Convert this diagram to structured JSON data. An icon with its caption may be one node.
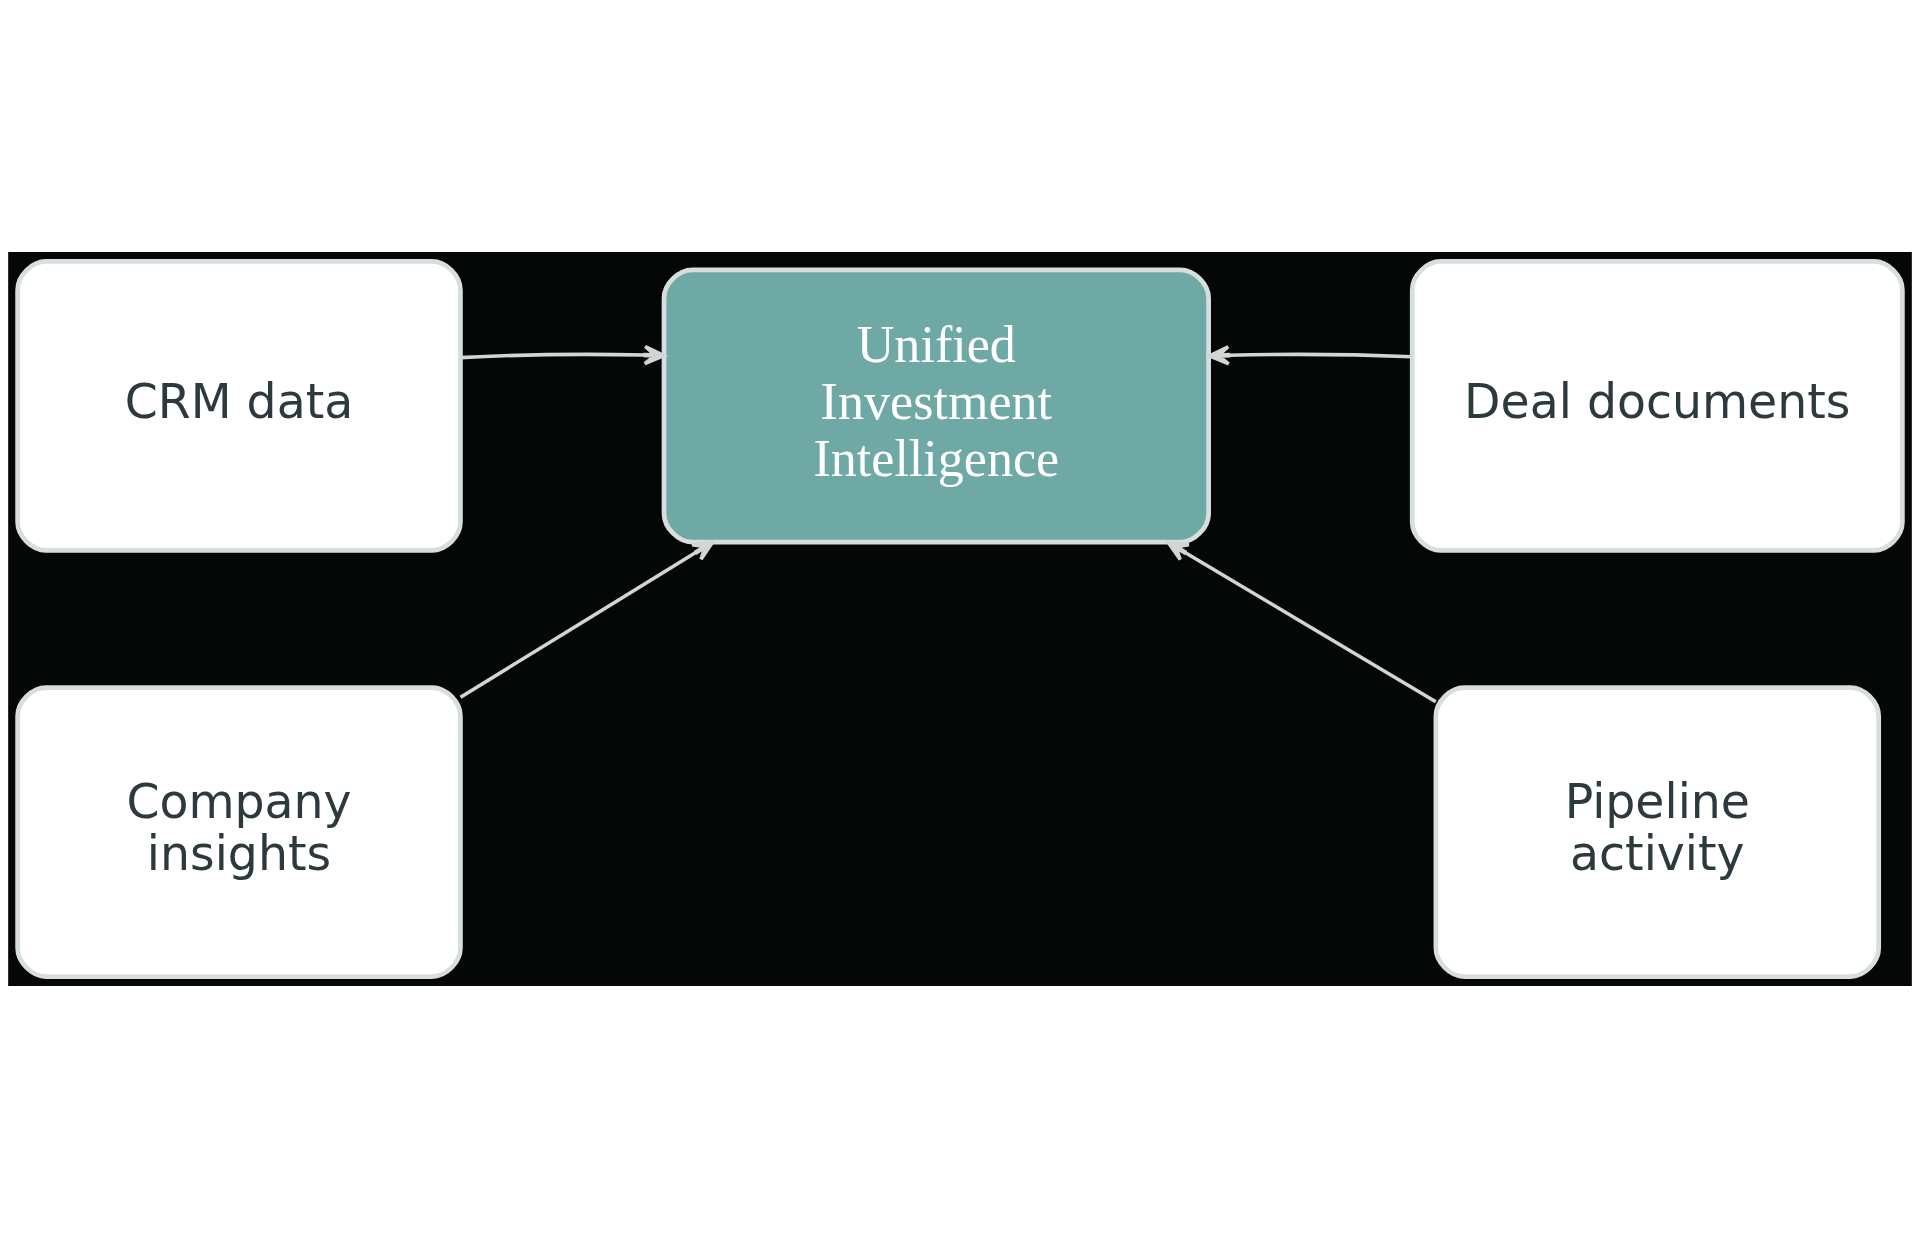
{
  "diagram": {
    "nodes": [
      {
        "text": [
          "CRM data"
        ]
      },
      {
        "text": [
          "Deal documents"
        ]
      },
      {
        "text": [
          "Unified Investment Intelligence"
        ]
      },
      {
        "text": [
          "Company insights"
        ]
      },
      {
        "text": [
          "Pipeline activity"
        ]
      }
    ],
    "edges": [
      {
        "from": 0,
        "to": 2,
        "arrow": "to"
      },
      {
        "from": 3,
        "to": 2,
        "arrow": "to"
      },
      {
        "from": 1,
        "to": 2,
        "arrow": "to"
      },
      {
        "from": 4,
        "to": 2,
        "arrow": "to"
      }
    ]
  }
}
